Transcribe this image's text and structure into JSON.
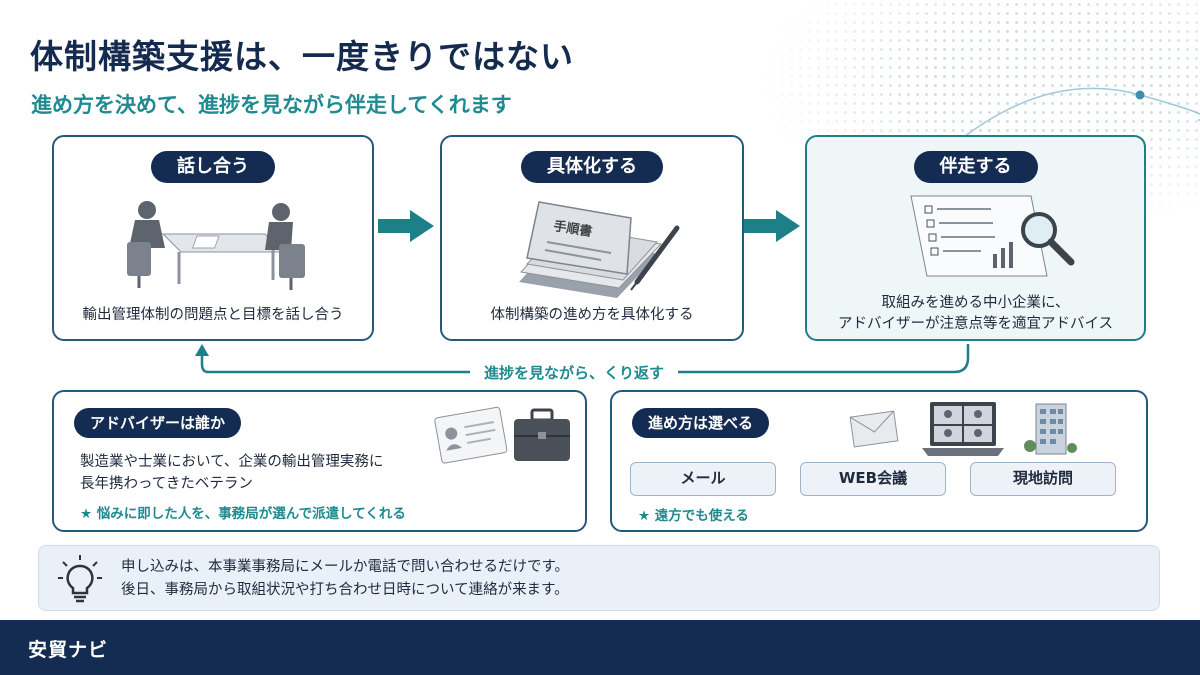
{
  "title": "体制構築支援は、一度きりではない",
  "subtitle": "進め方を決めて、進捗を見ながら伴走してくれます",
  "steps": [
    {
      "label": "話し合う",
      "desc": "輸出管理体制の問題点と目標を話し合う",
      "illustration": "meeting-illustration"
    },
    {
      "label": "具体化する",
      "desc": "体制構築の進め方を具体化する",
      "illustration": "manual-illustration",
      "book_title": "手順書"
    },
    {
      "label": "伴走する",
      "desc1": "取組みを進める中小企業に、",
      "desc2": "アドバイザーが注意点等を適宜アドバイス",
      "illustration": "checklist-magnifier-illustration"
    }
  ],
  "loop_label": "進捗を見ながら、くり返す",
  "advisor": {
    "heading": "アドバイザーは誰か",
    "text1": "製造業や士業において、企業の輸出管理実務に",
    "text2": "長年携わってきたベテラン",
    "note": "★ 悩みに即した人を、事務局が選んで派遣してくれる"
  },
  "methods": {
    "heading": "進め方は選べる",
    "options": [
      "メール",
      "WEB会議",
      "現地訪問"
    ],
    "note": "★ 遠方でも使える"
  },
  "notice": {
    "line1": "申し込みは、本事業事務局にメールか電話で問い合わせるだけです。",
    "line2": "後日、事務局から取組状況や打ち合わせ日時について連絡が来ます。"
  },
  "footer": {
    "brand": "安貿ナビ"
  },
  "colors": {
    "navy": "#142b52",
    "teal": "#1f8a90",
    "border": "#245a78"
  }
}
